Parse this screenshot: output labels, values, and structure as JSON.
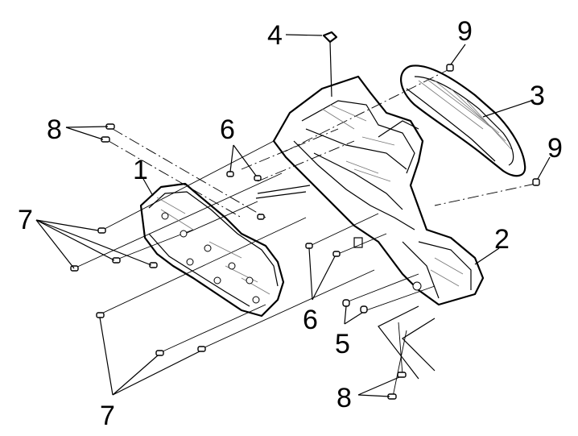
{
  "callouts": {
    "c1": "1",
    "c2": "2",
    "c3": "3",
    "c4": "4",
    "c5": "5",
    "c6a": "6",
    "c6b": "6",
    "c7a": "7",
    "c7b": "7",
    "c8a": "8",
    "c8b": "8",
    "c9a": "9",
    "c9b": "9"
  }
}
